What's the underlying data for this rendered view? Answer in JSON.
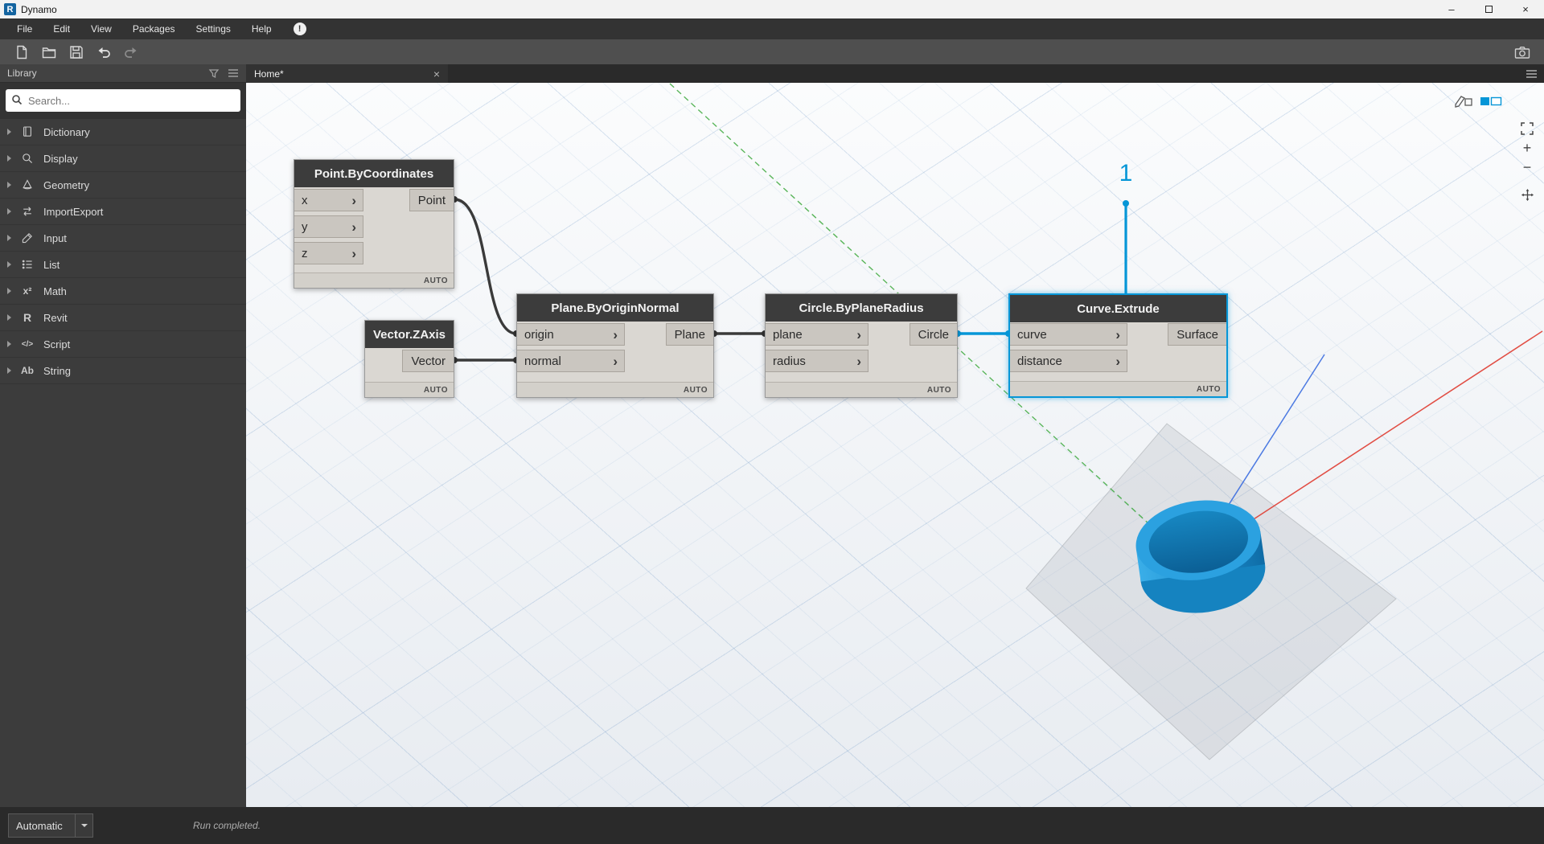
{
  "window": {
    "title": "Dynamo"
  },
  "menu": {
    "items": [
      "File",
      "Edit",
      "View",
      "Packages",
      "Settings",
      "Help"
    ],
    "alert": "!"
  },
  "toolbar": {
    "buttons": [
      "new-file",
      "open-folder",
      "save",
      "undo",
      "redo"
    ],
    "right_buttons": [
      "screenshot-camera"
    ]
  },
  "library": {
    "title": "Library",
    "search_placeholder": "Search...",
    "items": [
      {
        "label": "Dictionary",
        "icon": "book-icon",
        "glyph": ""
      },
      {
        "label": "Display",
        "icon": "magnifier-icon",
        "glyph": ""
      },
      {
        "label": "Geometry",
        "icon": "cone-icon",
        "glyph": ""
      },
      {
        "label": "ImportExport",
        "icon": "swap-arrows-icon",
        "glyph": "⇄"
      },
      {
        "label": "Input",
        "icon": "pencil-icon",
        "glyph": ""
      },
      {
        "label": "List",
        "icon": "bullet-list-icon",
        "glyph": ""
      },
      {
        "label": "Math",
        "icon": "math-icon",
        "glyph": "x²"
      },
      {
        "label": "Revit",
        "icon": "revit-icon",
        "glyph": "R"
      },
      {
        "label": "Script",
        "icon": "code-icon",
        "glyph": "</>"
      },
      {
        "label": "String",
        "icon": "text-icon",
        "glyph": "Ab"
      }
    ]
  },
  "tabs": [
    {
      "label": "Home*"
    }
  ],
  "graph": {
    "nodes": [
      {
        "title": "Point.ByCoordinates",
        "inputs": [
          "x",
          "y",
          "z"
        ],
        "outputs": [
          "Point"
        ],
        "lacing": "AUTO",
        "selected": false
      },
      {
        "title": "Vector.ZAxis",
        "inputs": [],
        "outputs": [
          "Vector"
        ],
        "lacing": "AUTO",
        "selected": false
      },
      {
        "title": "Plane.ByOriginNormal",
        "inputs": [
          "origin",
          "normal"
        ],
        "outputs": [
          "Plane"
        ],
        "lacing": "AUTO",
        "selected": false
      },
      {
        "title": "Circle.ByPlaneRadius",
        "inputs": [
          "plane",
          "radius"
        ],
        "outputs": [
          "Circle"
        ],
        "lacing": "AUTO",
        "selected": false
      },
      {
        "title": "Curve.Extrude",
        "inputs": [
          "curve",
          "distance"
        ],
        "outputs": [
          "Surface"
        ],
        "lacing": "AUTO",
        "selected": true
      }
    ],
    "annotation": {
      "text": "1"
    }
  },
  "statusbar": {
    "run_mode": "Automatic",
    "status": "Run completed."
  },
  "colors": {
    "accent": "#0696d7",
    "wire": "#3a3a3a",
    "axis_x": "#e03c31",
    "axis_y": "#3faa3f",
    "axis_z": "#3b6de0",
    "geometry_blue": "#2ba1e0"
  }
}
